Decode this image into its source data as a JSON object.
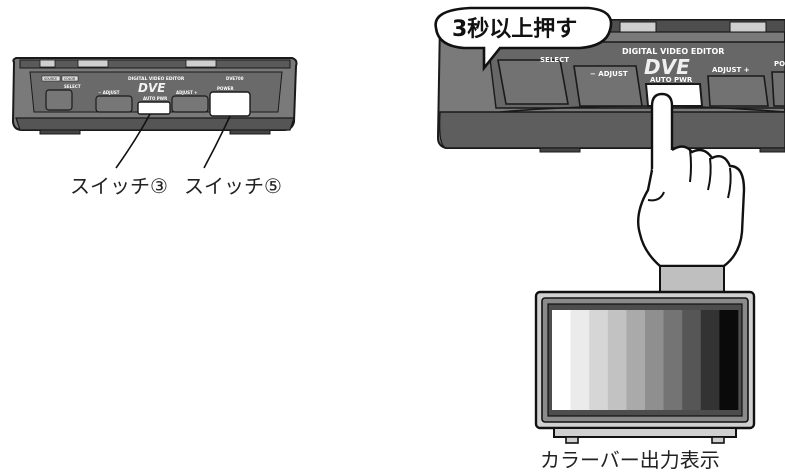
{
  "small_device": {
    "brand_line": "DIGITAL VIDEO EDITOR",
    "logo": "DVE",
    "model": "DVE700",
    "buttons": {
      "source": "SOURCE",
      "color": "COLOR",
      "select": "SELECT",
      "adjust_minus": "− ADJUST",
      "auto_pwr": "AUTO PWR",
      "adjust_plus": "ADJUST +",
      "power": "POWER"
    }
  },
  "callouts": {
    "switch3": "スイッチ③",
    "switch5": "スイッチ⑤"
  },
  "large_device": {
    "brand_line": "DIGITAL VIDEO EDITOR",
    "logo": "DVE",
    "select": "SELECT",
    "adjust_minus": "− ADJUST",
    "auto_pwr": "AUTO PWR",
    "adjust_plus": "ADJUST +",
    "power_partial": "PO"
  },
  "speech_bubble": "3秒以上押す",
  "tv_caption": "カラーバー出力表示",
  "color_bars": [
    "#ffffff",
    "#ebebeb",
    "#d6d6d6",
    "#c2c2c2",
    "#aaaaaa",
    "#8f8f8f",
    "#747474",
    "#565656",
    "#333333",
    "#0a0a0a"
  ],
  "colors": {
    "device_body": "#7a7a7a",
    "device_dark": "#3d3d3d",
    "outline": "#1a1a1a"
  }
}
